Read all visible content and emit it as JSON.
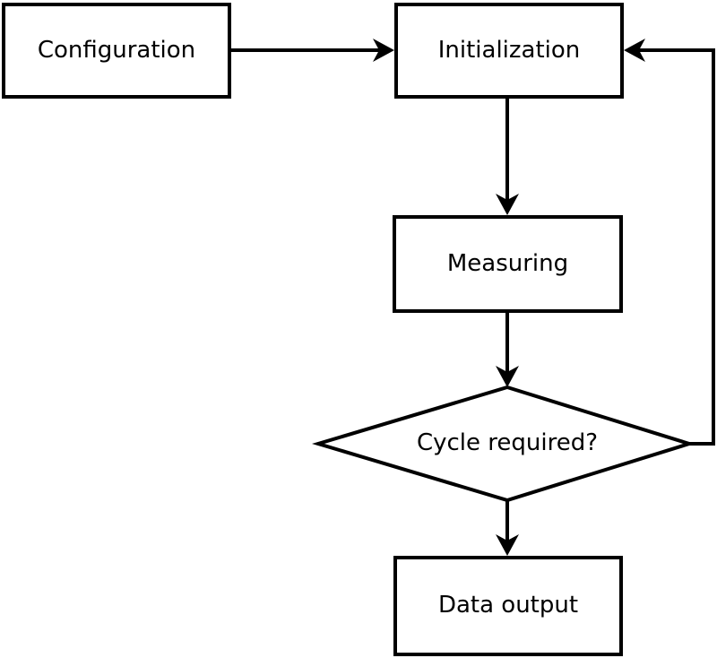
{
  "app": {
    "type": "flowchart-diagram"
  },
  "diagram": {
    "background_color": "#ffffff",
    "stroke_color": "#000000",
    "node_fill_color": "#ffffff",
    "text_color": "#000000",
    "nodes": [
      {
        "id": "configuration",
        "shape": "rectangle",
        "label": "Configuration"
      },
      {
        "id": "initialization",
        "shape": "rectangle",
        "label": "Initialization"
      },
      {
        "id": "measuring",
        "shape": "rectangle",
        "label": "Measuring"
      },
      {
        "id": "cycle-required",
        "shape": "diamond",
        "label": "Cycle required?"
      },
      {
        "id": "data-output",
        "shape": "rectangle",
        "label": "Data output"
      }
    ],
    "edges": [
      {
        "from": "configuration",
        "to": "initialization",
        "style": "arrow"
      },
      {
        "from": "initialization",
        "to": "measuring",
        "style": "arrow"
      },
      {
        "from": "measuring",
        "to": "cycle-required",
        "style": "arrow"
      },
      {
        "from": "cycle-required",
        "to": "data-output",
        "style": "arrow"
      },
      {
        "from": "cycle-required",
        "to": "initialization",
        "style": "arrow-loop-back"
      }
    ]
  }
}
